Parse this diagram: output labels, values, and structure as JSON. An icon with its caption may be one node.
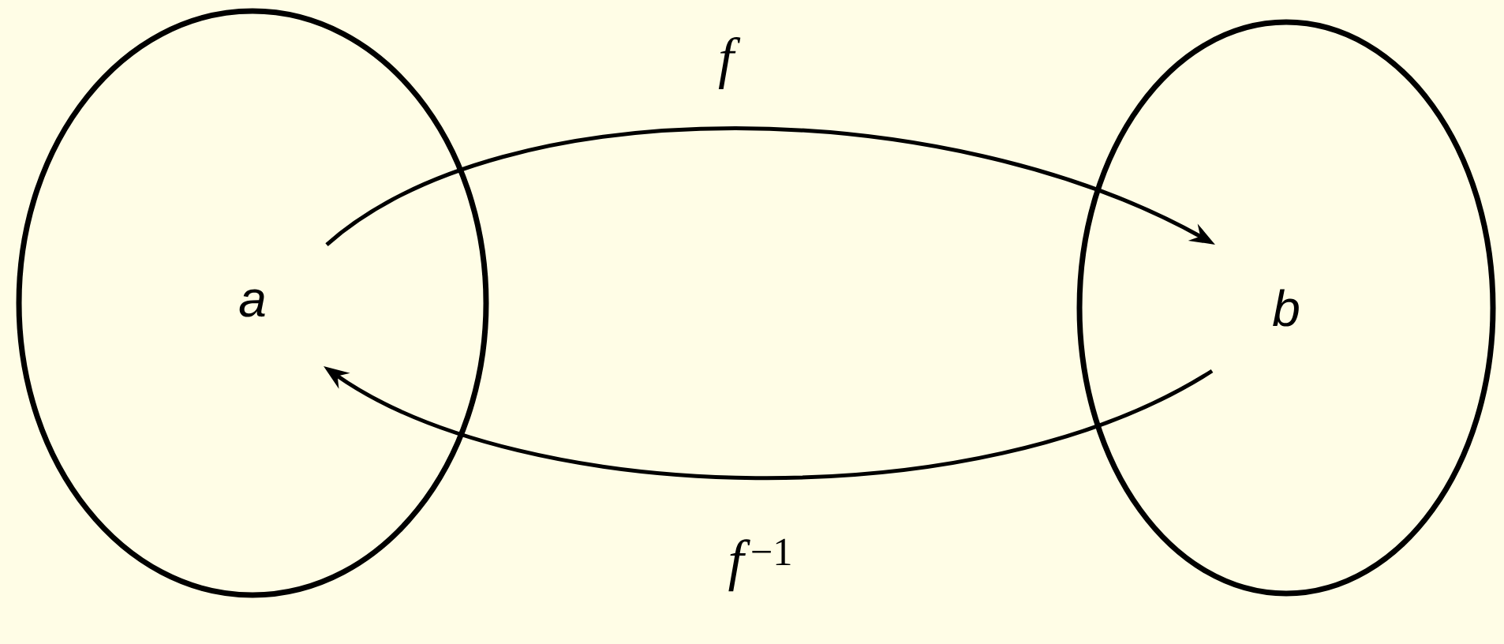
{
  "diagram": {
    "nodes": [
      {
        "text": [
          "a"
        ]
      },
      {
        "text": [
          "b"
        ]
      }
    ],
    "edges": [
      {
        "from": 0,
        "to": 1,
        "arrow": "to",
        "label": "f"
      },
      {
        "from": 1,
        "to": 0,
        "arrow": "to",
        "label": "*f*$^{−1}$"
      }
    ]
  }
}
